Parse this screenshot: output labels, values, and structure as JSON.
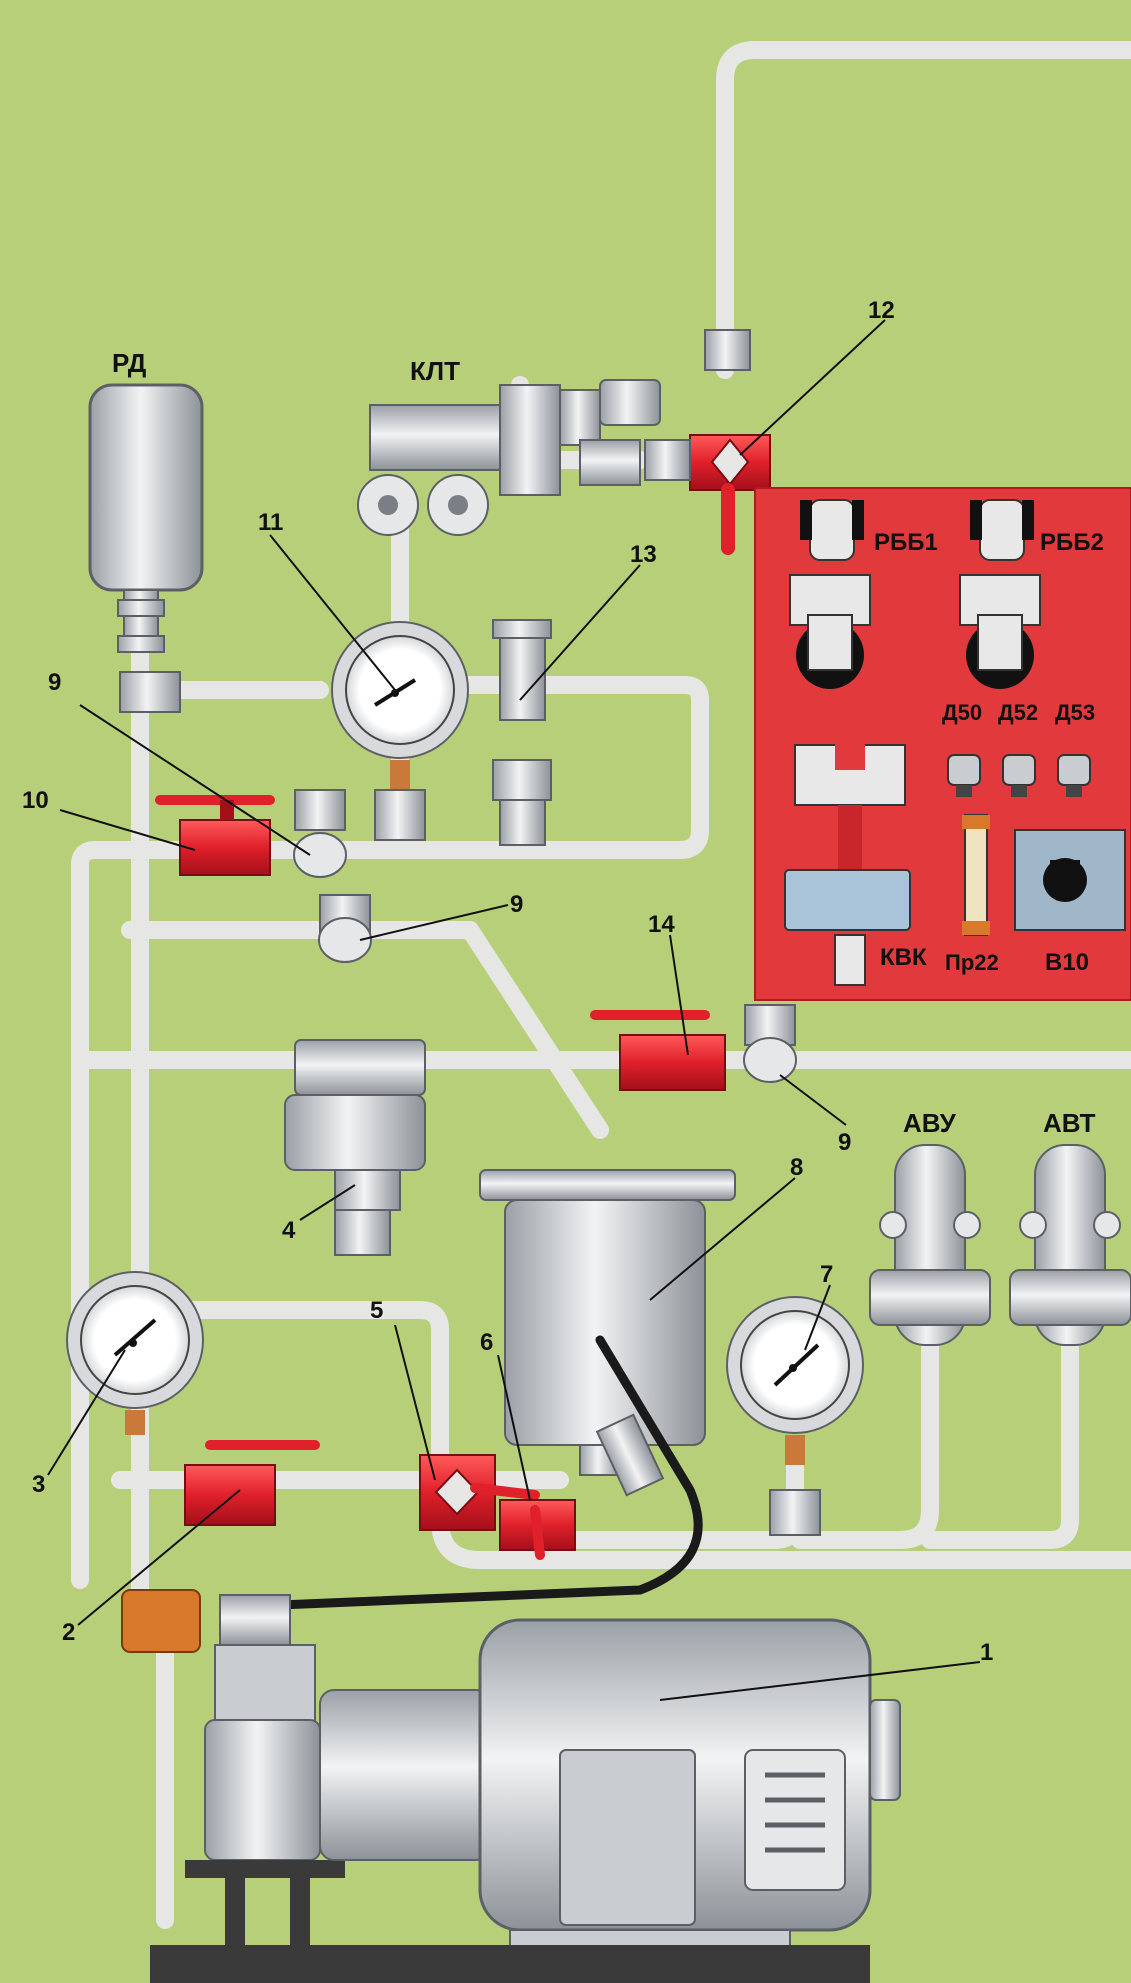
{
  "diagram": {
    "title": "",
    "colors": {
      "background": "#b8cf7a",
      "pipe": "#e6e6e4",
      "metal": "#c9cdd2",
      "valve": "#e0202a",
      "panel": "#e23a3c",
      "hose": "#1a1a1a",
      "filter_element": "#d8782a",
      "base": "#3a3a3a"
    },
    "labels": {
      "rd": "РД",
      "klt": "КЛТ",
      "rbb1": "РББ1",
      "rbb2": "РББ2",
      "d50": "Д50",
      "d52": "Д52",
      "d53": "Д53",
      "kvk": "КВК",
      "pr22": "Пр22",
      "v10": "В10",
      "avu": "АВУ",
      "avt": "АВТ"
    },
    "callouts": {
      "n1": "1",
      "n2": "2",
      "n3": "3",
      "n4": "4",
      "n5": "5",
      "n6": "6",
      "n7": "7",
      "n8": "8",
      "n9a": "9",
      "n9b": "9",
      "n9c": "9",
      "n10": "10",
      "n11": "11",
      "n12": "12",
      "n13": "13",
      "n14": "14"
    },
    "icons": {
      "gauge": "pressure-gauge-icon",
      "valve": "ball-valve-icon",
      "motor": "electric-motor-icon",
      "compressor": "compressor-icon",
      "reservoir": "air-tank-icon"
    }
  }
}
